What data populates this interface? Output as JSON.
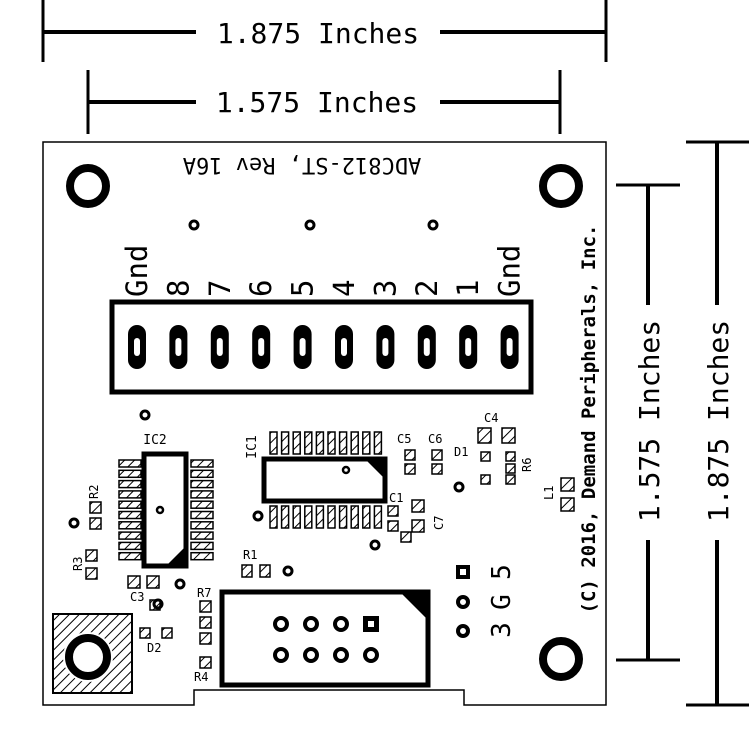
{
  "dimensions": {
    "top_outer": "1.875 Inches",
    "top_inner": "1.575 Inches",
    "right_inner": "1.575 Inches",
    "right_outer": "1.875 Inches"
  },
  "board": {
    "title": "ADC812-ST,  Rev 16A",
    "copyright": "(C) 2016, Demand Peripherals, Inc."
  },
  "terminal_labels": [
    "Gnd",
    "8",
    "7",
    "6",
    "5",
    "4",
    "3",
    "2",
    "1",
    "Gnd"
  ],
  "components": {
    "ic2": "IC2",
    "ic1": "IC1",
    "r1": "R1",
    "r2": "R2",
    "r3": "R3",
    "r4": "R4",
    "r6": "R6",
    "r7": "R7",
    "c1": "C1",
    "c3": "C3",
    "c4": "C4",
    "c5": "C5",
    "c6": "C6",
    "c7": "C7",
    "d1": "D1",
    "d2": "D2",
    "l1": "L1"
  },
  "side_header_labels": [
    "3",
    "G",
    "5"
  ]
}
